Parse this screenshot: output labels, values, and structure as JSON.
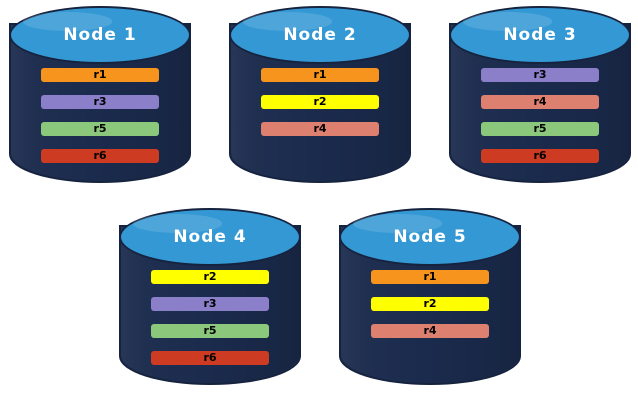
{
  "diagram": {
    "title": "distributed-data-replication-nodes",
    "background_color": "#ffffff"
  },
  "palette": {
    "node_body": "#1b2b4d",
    "node_top": "#3498d4",
    "node_border": "#16233f",
    "node_label_color": "#ffffff",
    "r1": "#f7941d",
    "r2": "#ffff00",
    "r3": "#8b7fc9",
    "r4": "#dd8070",
    "r5": "#8cc87c",
    "r6": "#cc3b22"
  },
  "nodes": [
    {
      "id": "node-1",
      "label": "Node  1",
      "records": [
        {
          "label": "r1",
          "color": "#f7941d"
        },
        {
          "label": "r3",
          "color": "#8b7fc9"
        },
        {
          "label": "r5",
          "color": "#8cc87c"
        },
        {
          "label": "r6",
          "color": "#cc3b22"
        }
      ]
    },
    {
      "id": "node-2",
      "label": "Node  2",
      "records": [
        {
          "label": "r1",
          "color": "#f7941d"
        },
        {
          "label": "r2",
          "color": "#ffff00"
        },
        {
          "label": "r4",
          "color": "#dd8070"
        }
      ]
    },
    {
      "id": "node-3",
      "label": "Node  3",
      "records": [
        {
          "label": "r3",
          "color": "#8b7fc9"
        },
        {
          "label": "r4",
          "color": "#dd8070"
        },
        {
          "label": "r5",
          "color": "#8cc87c"
        },
        {
          "label": "r6",
          "color": "#cc3b22"
        }
      ]
    },
    {
      "id": "node-4",
      "label": "Node  4",
      "records": [
        {
          "label": "r2",
          "color": "#ffff00"
        },
        {
          "label": "r3",
          "color": "#8b7fc9"
        },
        {
          "label": "r5",
          "color": "#8cc87c"
        },
        {
          "label": "r6",
          "color": "#cc3b22"
        }
      ]
    },
    {
      "id": "node-5",
      "label": "Node  5",
      "records": [
        {
          "label": "r1",
          "color": "#f7941d"
        },
        {
          "label": "r2",
          "color": "#ffff00"
        },
        {
          "label": "r4",
          "color": "#dd8070"
        }
      ]
    }
  ]
}
